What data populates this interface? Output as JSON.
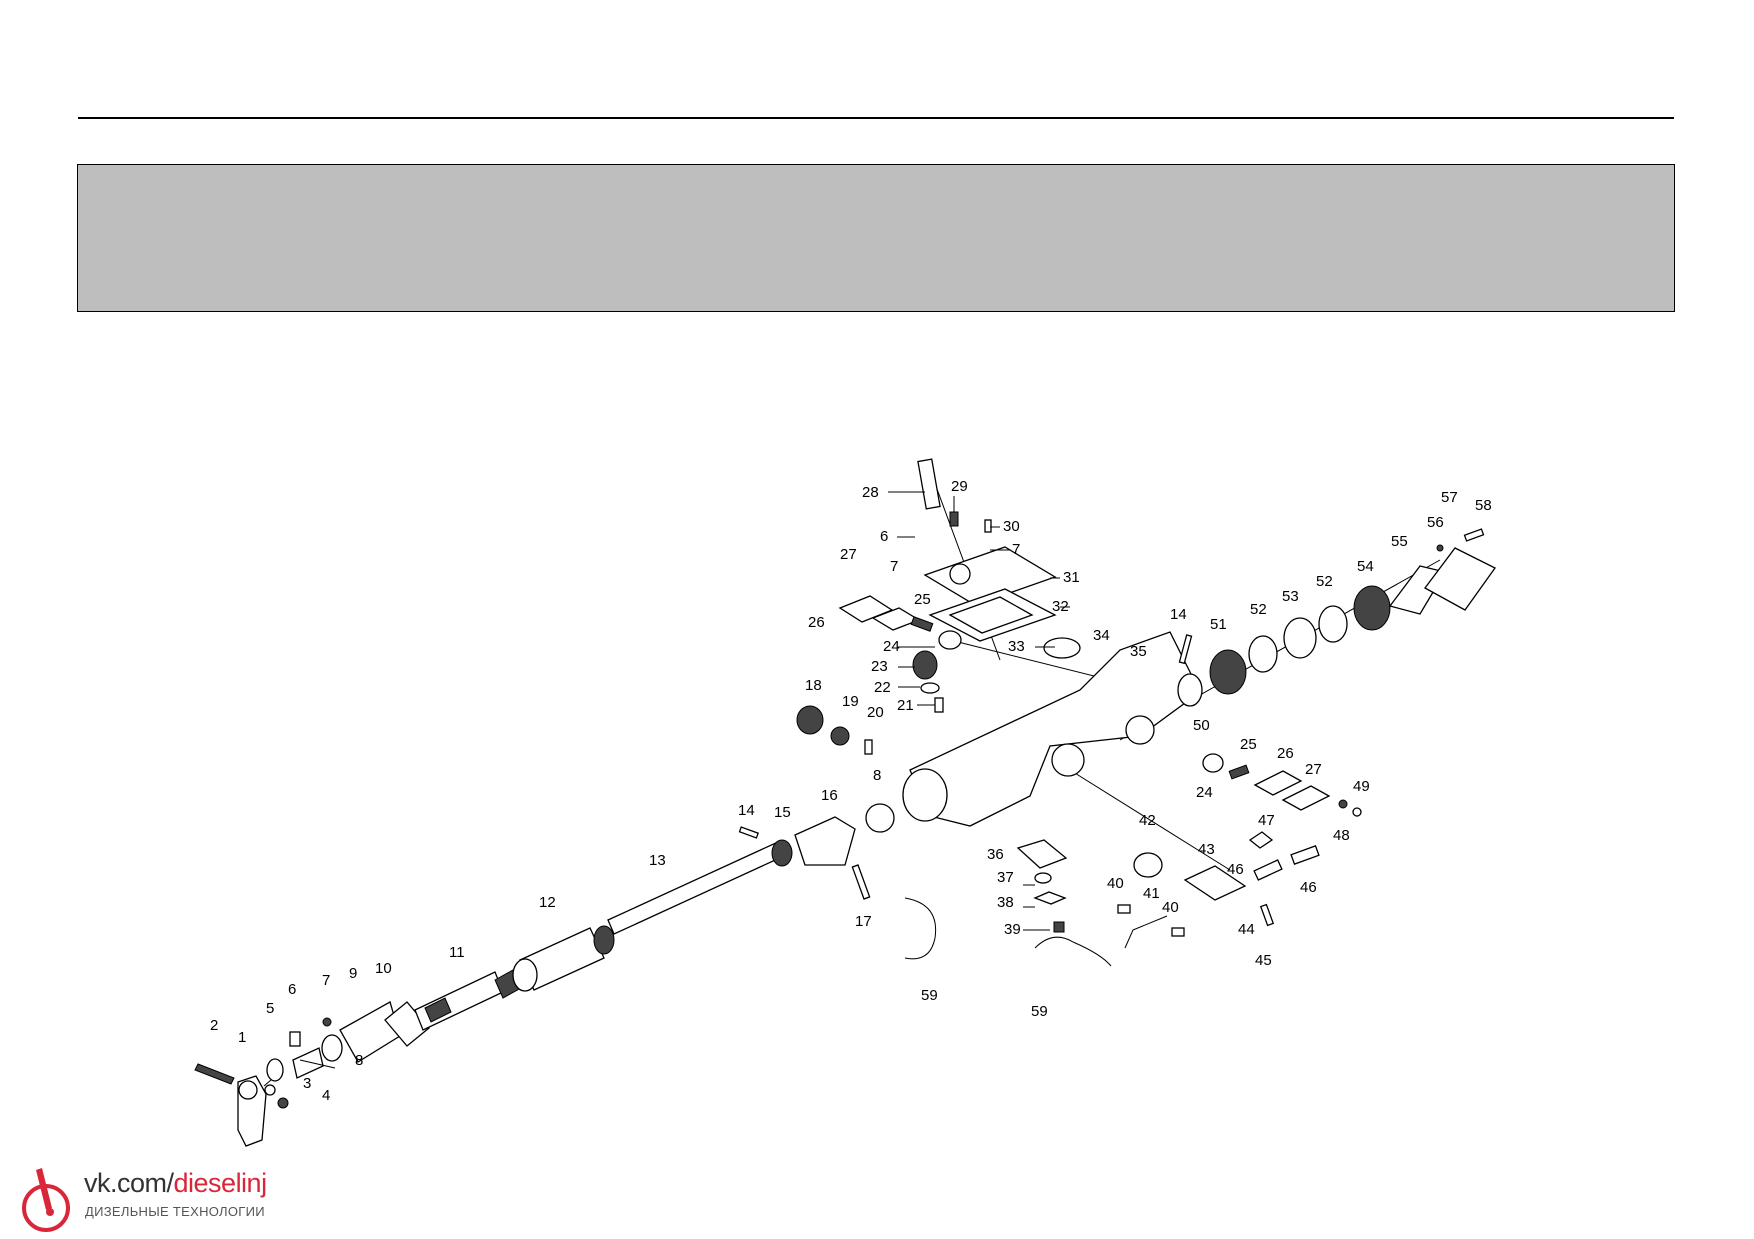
{
  "header": {
    "banner_text": ""
  },
  "diagram": {
    "callouts": [
      {
        "id": "c28",
        "text": "28"
      },
      {
        "id": "c29",
        "text": "29"
      },
      {
        "id": "c30",
        "text": "30"
      },
      {
        "id": "c6a",
        "text": "6"
      },
      {
        "id": "c7a",
        "text": "7"
      },
      {
        "id": "c7b",
        "text": "7"
      },
      {
        "id": "c27a",
        "text": "27"
      },
      {
        "id": "c31",
        "text": "31"
      },
      {
        "id": "c25a",
        "text": "25"
      },
      {
        "id": "c32",
        "text": "32"
      },
      {
        "id": "c26a",
        "text": "26"
      },
      {
        "id": "c24a",
        "text": "24"
      },
      {
        "id": "c33",
        "text": "33"
      },
      {
        "id": "c34",
        "text": "34"
      },
      {
        "id": "c35",
        "text": "35"
      },
      {
        "id": "c14a",
        "text": "14"
      },
      {
        "id": "c51",
        "text": "51"
      },
      {
        "id": "c52a",
        "text": "52"
      },
      {
        "id": "c53",
        "text": "53"
      },
      {
        "id": "c52b",
        "text": "52"
      },
      {
        "id": "c54",
        "text": "54"
      },
      {
        "id": "c55",
        "text": "55"
      },
      {
        "id": "c56",
        "text": "56"
      },
      {
        "id": "c57",
        "text": "57"
      },
      {
        "id": "c58",
        "text": "58"
      },
      {
        "id": "c23",
        "text": "23"
      },
      {
        "id": "c22",
        "text": "22"
      },
      {
        "id": "c21",
        "text": "21"
      },
      {
        "id": "c18",
        "text": "18"
      },
      {
        "id": "c19",
        "text": "19"
      },
      {
        "id": "c20",
        "text": "20"
      },
      {
        "id": "c50",
        "text": "50"
      },
      {
        "id": "c25b",
        "text": "25"
      },
      {
        "id": "c26b",
        "text": "26"
      },
      {
        "id": "c27b",
        "text": "27"
      },
      {
        "id": "c49",
        "text": "49"
      },
      {
        "id": "c24b",
        "text": "24"
      },
      {
        "id": "c48",
        "text": "48"
      },
      {
        "id": "c47",
        "text": "47"
      },
      {
        "id": "c14b",
        "text": "14"
      },
      {
        "id": "c15",
        "text": "15"
      },
      {
        "id": "c16",
        "text": "16"
      },
      {
        "id": "c8a",
        "text": "8"
      },
      {
        "id": "c42",
        "text": "42"
      },
      {
        "id": "c43",
        "text": "43"
      },
      {
        "id": "c36",
        "text": "36"
      },
      {
        "id": "c37",
        "text": "37"
      },
      {
        "id": "c46a",
        "text": "46"
      },
      {
        "id": "c46b",
        "text": "46"
      },
      {
        "id": "c13",
        "text": "13"
      },
      {
        "id": "c40a",
        "text": "40"
      },
      {
        "id": "c41",
        "text": "41"
      },
      {
        "id": "c38",
        "text": "38"
      },
      {
        "id": "c40b",
        "text": "40"
      },
      {
        "id": "c17",
        "text": "17"
      },
      {
        "id": "c44",
        "text": "44"
      },
      {
        "id": "c39",
        "text": "39"
      },
      {
        "id": "c45",
        "text": "45"
      },
      {
        "id": "c12",
        "text": "12"
      },
      {
        "id": "c59a",
        "text": "59"
      },
      {
        "id": "c59b",
        "text": "59"
      },
      {
        "id": "c11",
        "text": "11"
      },
      {
        "id": "c9",
        "text": "9"
      },
      {
        "id": "c10",
        "text": "10"
      },
      {
        "id": "c6b",
        "text": "6"
      },
      {
        "id": "c7c",
        "text": "7"
      },
      {
        "id": "c5",
        "text": "5"
      },
      {
        "id": "c2",
        "text": "2"
      },
      {
        "id": "c1",
        "text": "1"
      },
      {
        "id": "c8b",
        "text": "8"
      },
      {
        "id": "c3",
        "text": "3"
      },
      {
        "id": "c4",
        "text": "4"
      }
    ]
  },
  "watermark": {
    "url_prefix": "vk.com/",
    "url_accent": "dieselinj",
    "subtitle": "ДИЗЕЛЬНЫЕ ТЕХНОЛОГИИ"
  }
}
